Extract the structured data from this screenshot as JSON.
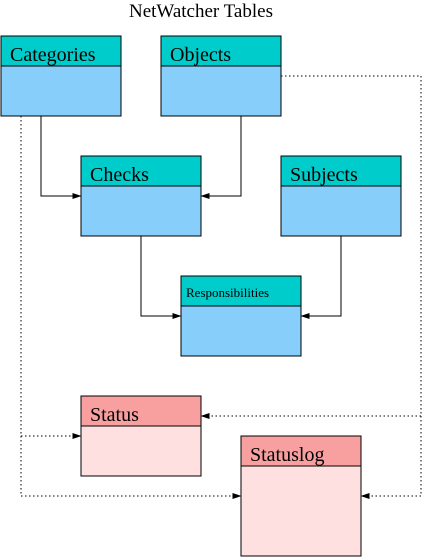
{
  "title": "NetWatcher Tables",
  "colors": {
    "blue_header": "#00cccc",
    "blue_body": "#87cefa",
    "pink_header": "#f8a0a0",
    "pink_body": "#ffe0e0",
    "line": "#000000"
  },
  "tables": {
    "categories": {
      "label": "Categories",
      "color": "blue"
    },
    "objects": {
      "label": "Objects",
      "color": "blue"
    },
    "checks": {
      "label": "Checks",
      "color": "blue"
    },
    "subjects": {
      "label": "Subjects",
      "color": "blue"
    },
    "responsibilities": {
      "label": "Responsibilities",
      "color": "blue"
    },
    "status": {
      "label": "Status",
      "color": "pink"
    },
    "statuslog": {
      "label": "Statuslog",
      "color": "pink"
    }
  },
  "connections": [
    {
      "from": "categories",
      "to": "checks",
      "style": "solid"
    },
    {
      "from": "objects",
      "to": "checks",
      "style": "solid"
    },
    {
      "from": "checks",
      "to": "responsibilities",
      "style": "solid"
    },
    {
      "from": "subjects",
      "to": "responsibilities",
      "style": "solid"
    },
    {
      "from": "objects",
      "to": "status",
      "style": "dotted"
    },
    {
      "from": "objects",
      "to": "statuslog",
      "style": "dotted"
    },
    {
      "from": "categories",
      "to": "status",
      "style": "dotted"
    },
    {
      "from": "categories",
      "to": "statuslog",
      "style": "dotted"
    }
  ]
}
